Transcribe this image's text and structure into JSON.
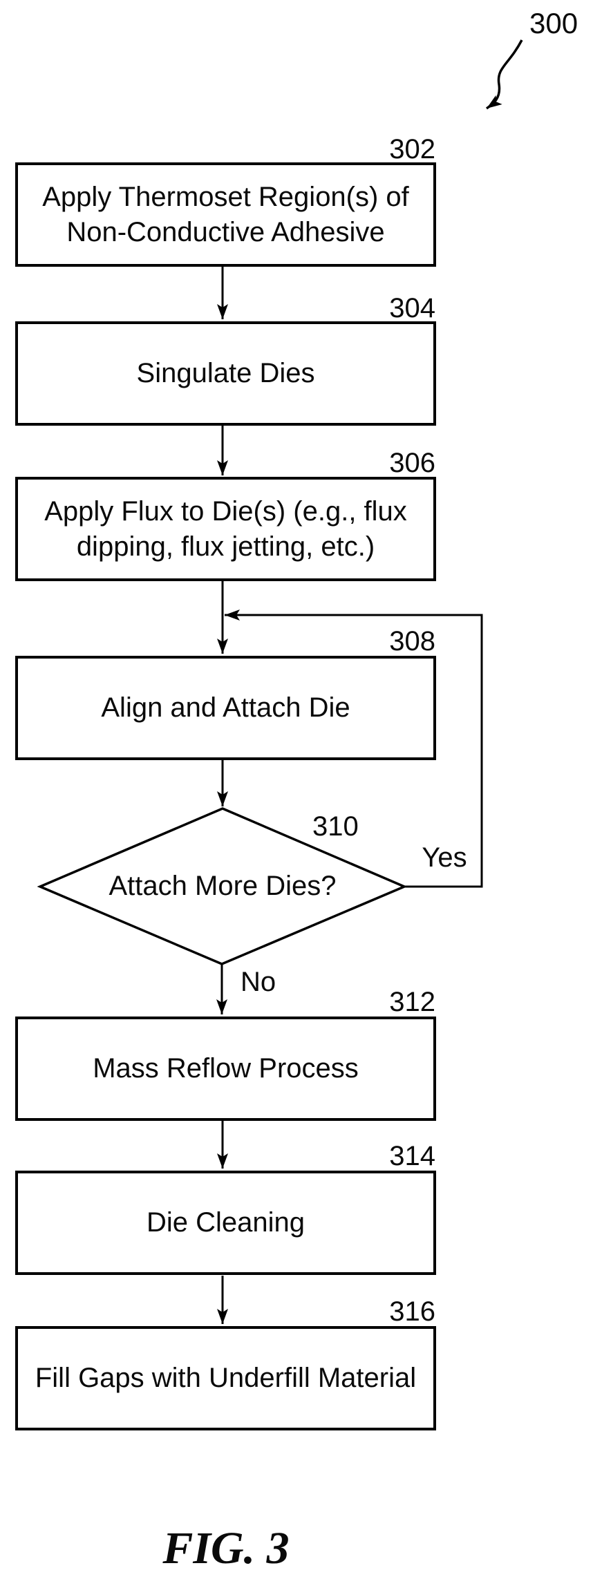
{
  "figure": {
    "reference_number": "300",
    "caption": "FIG. 3"
  },
  "flowchart": {
    "steps": [
      {
        "ref": "302",
        "text": "Apply Thermoset Region(s) of\nNon-Conductive Adhesive"
      },
      {
        "ref": "304",
        "text": "Singulate Dies"
      },
      {
        "ref": "306",
        "text": "Apply Flux to Die(s) (e.g., flux\ndipping, flux jetting, etc.)"
      },
      {
        "ref": "308",
        "text": "Align and Attach Die"
      },
      {
        "ref": "312",
        "text": "Mass Reflow Process"
      },
      {
        "ref": "314",
        "text": "Die Cleaning"
      },
      {
        "ref": "316",
        "text": "Fill Gaps with Underfill Material"
      }
    ],
    "decision": {
      "ref": "310",
      "text": "Attach More Dies?",
      "yes_label": "Yes",
      "no_label": "No"
    },
    "edges": [
      {
        "from": "302",
        "to": "304",
        "label": ""
      },
      {
        "from": "304",
        "to": "306",
        "label": ""
      },
      {
        "from": "306",
        "to": "308",
        "label": ""
      },
      {
        "from": "308",
        "to": "310",
        "label": ""
      },
      {
        "from": "310",
        "to": "308",
        "label": "Yes"
      },
      {
        "from": "310",
        "to": "312",
        "label": "No"
      },
      {
        "from": "312",
        "to": "314",
        "label": ""
      },
      {
        "from": "314",
        "to": "316",
        "label": ""
      }
    ]
  },
  "colors": {
    "line": "#000000",
    "text": "#0a0a0a",
    "background": "#ffffff"
  }
}
